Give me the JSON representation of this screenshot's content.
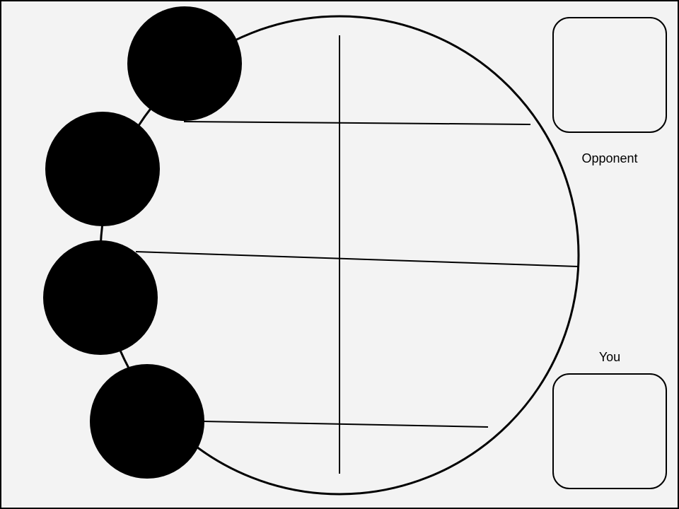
{
  "colors": {
    "background": "#f3f3f3",
    "lines": "#000000",
    "pieces": "#000000"
  },
  "players": {
    "opponent": {
      "label": "Opponent",
      "icon": "opponent-avatar-slot"
    },
    "you": {
      "label": "You",
      "icon": "player-avatar-slot"
    }
  },
  "board": {
    "shape": "circle-board",
    "piece_count": 4
  }
}
